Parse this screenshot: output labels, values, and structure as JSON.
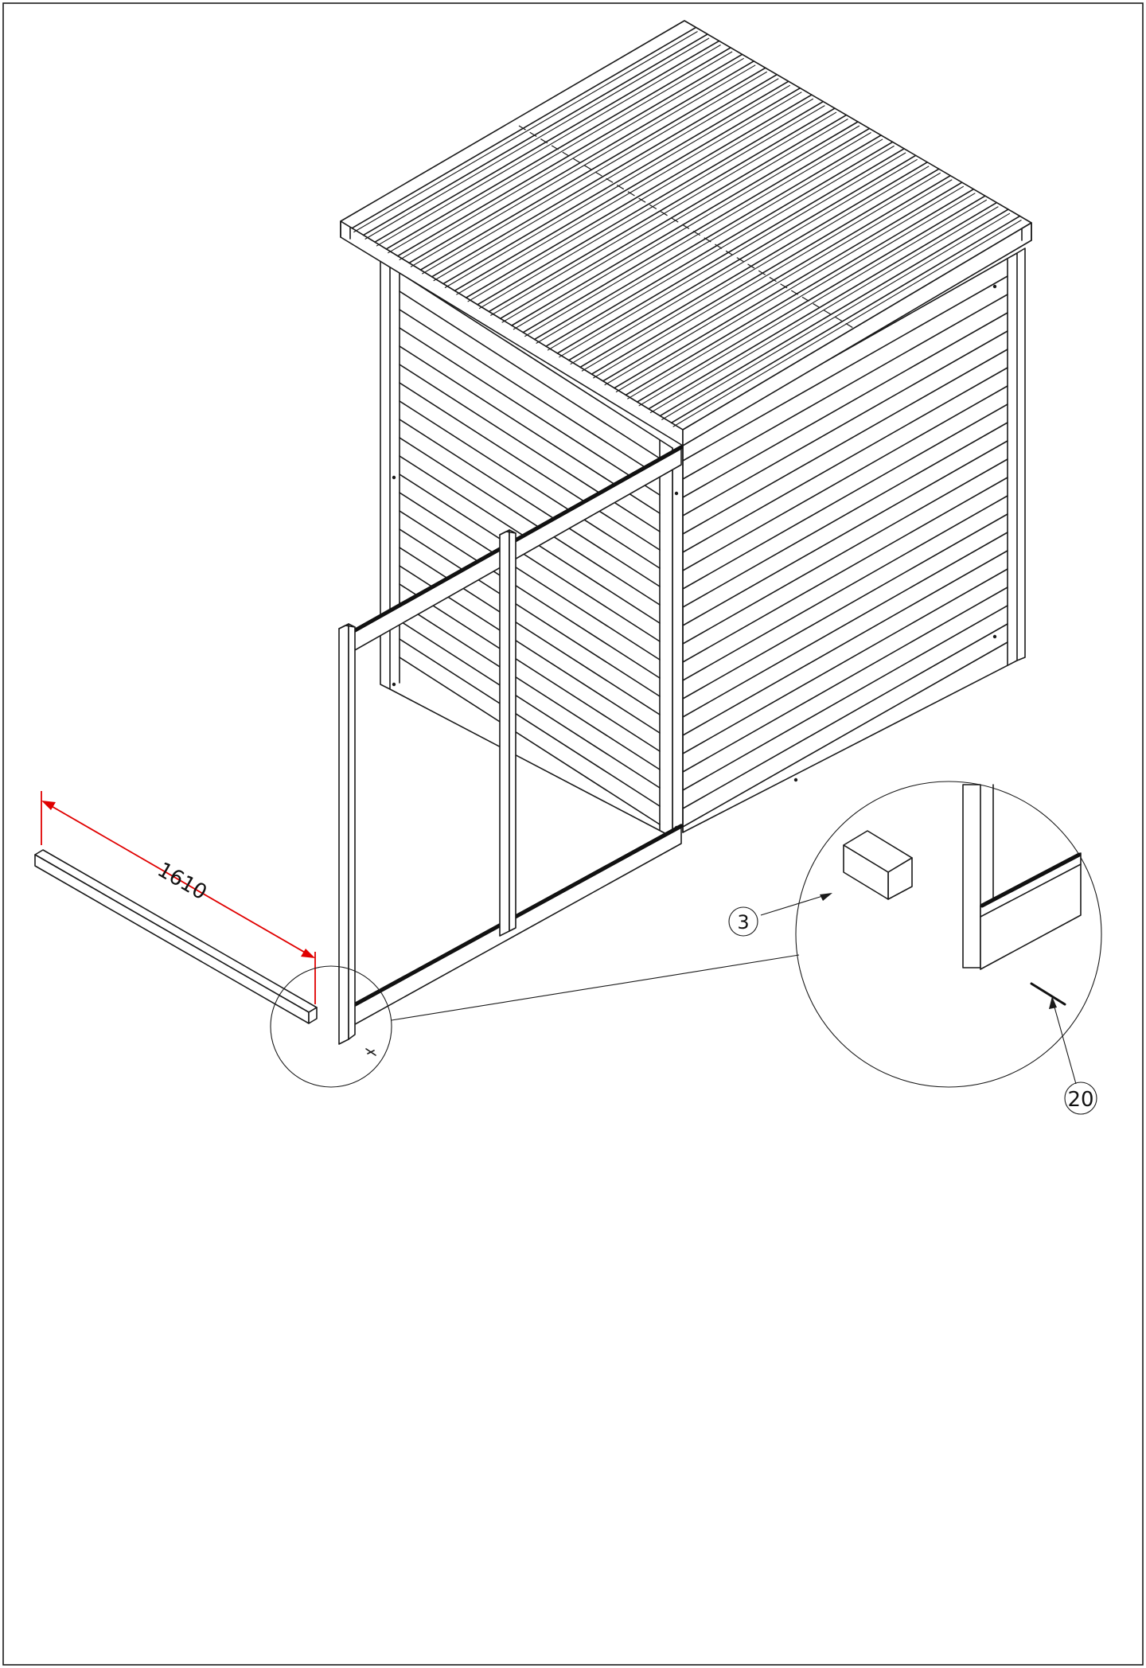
{
  "dimension": {
    "value": "1610"
  },
  "callouts": [
    {
      "number": "3"
    },
    {
      "number": "20"
    }
  ],
  "colors": {
    "line": "#1a1a1a",
    "dimension": "#e00000",
    "background": "#ffffff"
  }
}
